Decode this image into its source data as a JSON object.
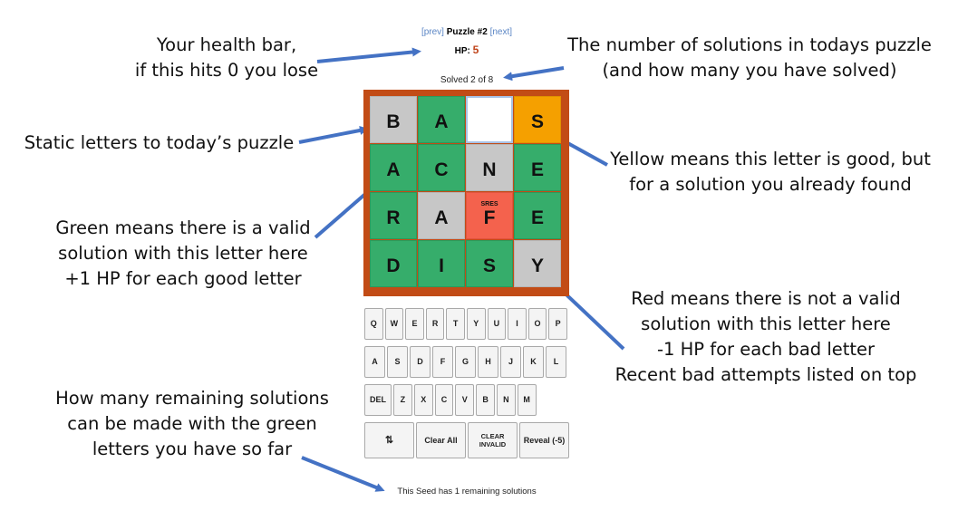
{
  "callouts": {
    "health": [
      "Your health bar,",
      "if this hits 0 you lose"
    ],
    "solutions": [
      "The number of solutions in todays puzzle",
      "(and how many you have solved)"
    ],
    "static": [
      "Static letters to today’s puzzle"
    ],
    "yellow": [
      "Yellow means this letter is good, but",
      "for a solution you already found"
    ],
    "green": [
      "Green means there is a valid",
      "solution with this letter here",
      "+1 HP for each good letter"
    ],
    "red": [
      "Red means there is not a valid",
      "solution with this letter here",
      "-1 HP for each bad letter",
      "Recent bad attempts listed on top"
    ],
    "remaining": [
      "How many remaining solutions",
      "can be made with the green",
      "letters you have so far"
    ]
  },
  "header": {
    "prev": "[prev]",
    "title": "Puzzle #2",
    "next": "[next]",
    "hp_label": "HP:",
    "hp_value": "5",
    "solved": "Solved 2 of 8"
  },
  "board": {
    "rows": [
      [
        {
          "letter": "B",
          "state": "gray"
        },
        {
          "letter": "A",
          "state": "green"
        },
        {
          "letter": "",
          "state": "empty"
        },
        {
          "letter": "S",
          "state": "orange"
        }
      ],
      [
        {
          "letter": "A",
          "state": "green"
        },
        {
          "letter": "C",
          "state": "green"
        },
        {
          "letter": "N",
          "state": "gray"
        },
        {
          "letter": "E",
          "state": "green"
        }
      ],
      [
        {
          "letter": "R",
          "state": "green"
        },
        {
          "letter": "A",
          "state": "gray"
        },
        {
          "letter": "F",
          "state": "red",
          "attempts": "SRES"
        },
        {
          "letter": "E",
          "state": "green"
        }
      ],
      [
        {
          "letter": "D",
          "state": "green"
        },
        {
          "letter": "I",
          "state": "green"
        },
        {
          "letter": "S",
          "state": "green"
        },
        {
          "letter": "Y",
          "state": "gray"
        }
      ]
    ]
  },
  "keyboard": {
    "row1": [
      "Q",
      "W",
      "E",
      "R",
      "T",
      "Y",
      "U",
      "I",
      "O",
      "P"
    ],
    "row2": [
      "A",
      "S",
      "D",
      "F",
      "G",
      "H",
      "J",
      "K",
      "L"
    ],
    "row3": [
      "DEL",
      "Z",
      "X",
      "C",
      "V",
      "B",
      "N",
      "M"
    ],
    "row4": [
      "⇅",
      "Clear All",
      "CLEAR INVALID",
      "Reveal (-5)"
    ]
  },
  "footer": {
    "seed_text": "This Seed has 1 remaining solutions"
  },
  "colors": {
    "arrow": "#4472c4",
    "board_border": "#c24c16",
    "green": "#36ad6b",
    "gray": "#c7c7c7",
    "orange": "#f5a000",
    "red": "#f4624d"
  },
  "icons": {
    "sort_key": "swap-arrows-icon"
  }
}
